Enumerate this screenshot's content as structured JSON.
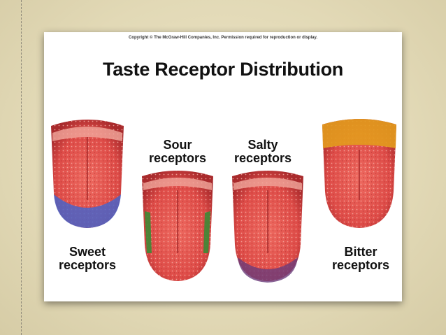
{
  "figure": {
    "copyright": "Copyright © The McGraw-Hill Companies, Inc. Permission required for reproduction or display.",
    "title": "Taste Receptor Distribution"
  },
  "receptors": [
    {
      "id": "sweet",
      "line1": "Sweet",
      "line2": "receptors",
      "region": "tip",
      "highlight_color": "#3f5fc4"
    },
    {
      "id": "sour",
      "line1": "Sour",
      "line2": "receptors",
      "region": "sides",
      "highlight_color": "#3f8f35"
    },
    {
      "id": "salty",
      "line1": "Salty",
      "line2": "receptors",
      "region": "tip-edge",
      "highlight_color": "#6b3c7a"
    },
    {
      "id": "bitter",
      "line1": "Bitter",
      "line2": "receptors",
      "region": "back",
      "highlight_color": "#e09a1c"
    }
  ],
  "colors": {
    "tongue": "#e2544e",
    "tongue_dark": "#b8302e",
    "papillae": "#f0a59a"
  }
}
